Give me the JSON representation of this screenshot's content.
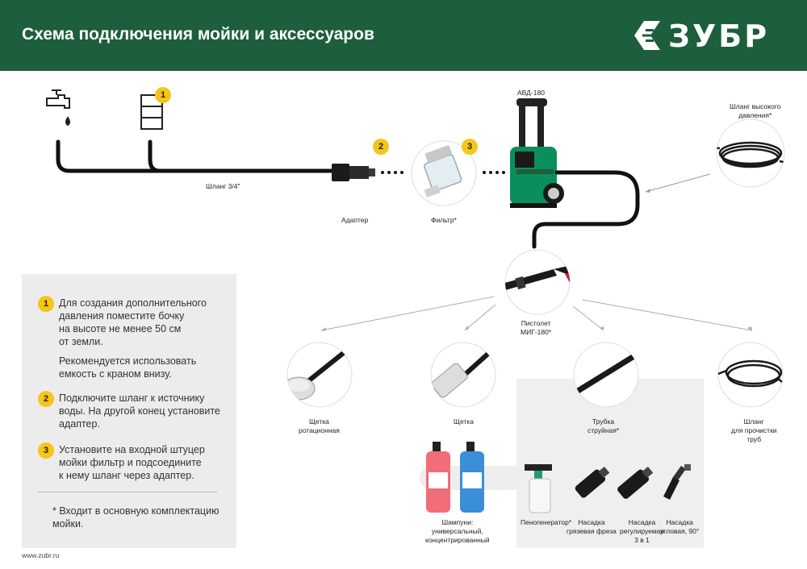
{
  "header": {
    "title": "Схема подключения мойки и аксессуаров",
    "brand": "ЗУБР"
  },
  "labels": {
    "hose": "Шланг 3/4\"",
    "adapter": "Адаптер",
    "filter": "Фильтр*",
    "washer": "АВД-180",
    "hp_hose": "Шланг высокого\nдавления*",
    "gun": "Пистолет\nМИГ-180*",
    "brush_rot": "Щетка\nротационная",
    "brush": "Щетка",
    "lance": "Трубка\nструйная*",
    "pipe_hose": "Шланг\nдля прочистки\nтруб",
    "shampoo": "Шампуни:\nуниверсальный,\nконцентрированный",
    "foam": "Пеногенератор*",
    "nozzle_dirt": "Насадка\nгрязевая фреза",
    "nozzle_adj": "Насадка\nрегулируемая\n3 в 1",
    "nozzle_angle": "Насадка\nугловая, 90°"
  },
  "badges": [
    "1",
    "2",
    "3"
  ],
  "panel": {
    "steps": [
      {
        "num": "1",
        "text": "Для создания дополнительного\nдавления поместите бочку\nна высоте не менее 50 см\nот земли.",
        "text2": "Рекомендуется использовать\nемкость с краном внизу."
      },
      {
        "num": "2",
        "text": "Подключите шланг к источнику\nводы. На другой конец установите\nадаптер."
      },
      {
        "num": "3",
        "text": "Установите на входной штуцер\nмойки фильтр и подсоедините\nк нему шланг через адаптер."
      }
    ],
    "note": "* Входит в основную комплектацию\nмойки."
  },
  "footer": {
    "url": "www.zubr.ru"
  },
  "colors": {
    "header": "#1d5e3c",
    "accent": "#00905a",
    "badge": "#f5c518",
    "red": "#d9162c"
  }
}
